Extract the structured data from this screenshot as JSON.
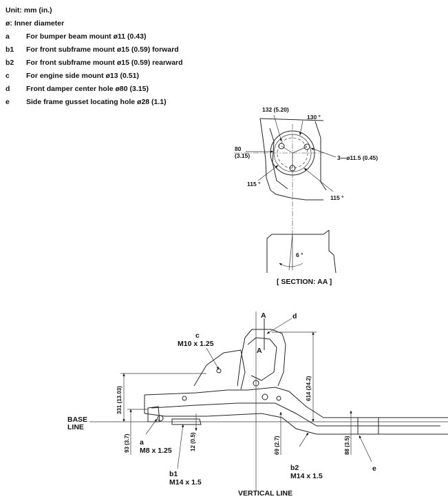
{
  "legend": {
    "unit": "Unit: mm (in.)",
    "inner": "ø: Inner diameter",
    "items": [
      {
        "key": "a",
        "text": "For bumper beam mount ø11 (0.43)"
      },
      {
        "key": "b1",
        "text": "For front subframe mount ø15 (0.59) forward"
      },
      {
        "key": "b2",
        "text": "For front subframe mount ø15 (0.59) rearward"
      },
      {
        "key": "c",
        "text": "For engine side mount ø13 (0.51)"
      },
      {
        "key": "d",
        "text": "Front damper center hole ø80 (3.15)"
      },
      {
        "key": "e",
        "text": "Side frame gusset locating hole ø28 (1.1)"
      }
    ]
  },
  "section": {
    "dim_132": "132 (5.20)",
    "angle_130": "130 °",
    "dim_80": "80",
    "dim_80_in": "(3.15)",
    "holes": "3—ø11.5 (0.45)",
    "angle_115_left": "115 °",
    "angle_115_right": "115 °",
    "angle_6": "6 °",
    "title": "[ SECTION: AA ]"
  },
  "main": {
    "A_top": "A",
    "A_low": "A",
    "d_label": "d",
    "c_label": "c",
    "c_bolt": "M10 x 1.25",
    "dim_331": "331 (13.03)",
    "dim_614": "614 (24.2)",
    "dim_93": "93 (3.7)",
    "dim_12": "12 (0.5)",
    "dim_69": "69 (2.7)",
    "dim_88": "88 (3.5)",
    "base_line_1": "BASE",
    "base_line_2": "LINE",
    "a_label": "a",
    "a_bolt": "M8 x 1.25",
    "b1_label": "b1",
    "b1_bolt": "M14 x 1.5",
    "b2_label": "b2",
    "b2_bolt": "M14 x 1.5",
    "e_label": "e",
    "vertical_line": "VERTICAL LINE"
  }
}
